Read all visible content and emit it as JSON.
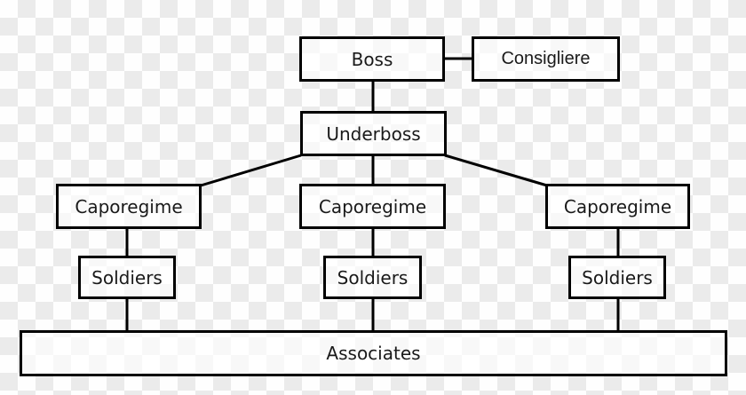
{
  "diagram": {
    "description": "Organizational chart of a crime family hierarchy on a transparency checkerboard background",
    "nodes": {
      "boss": {
        "label": "Boss"
      },
      "consigliere": {
        "label": "Consigliere"
      },
      "underboss": {
        "label": "Underboss"
      },
      "caporegime_left": {
        "label": "Caporegime"
      },
      "caporegime_middle": {
        "label": "Caporegime"
      },
      "caporegime_right": {
        "label": "Caporegime"
      },
      "soldiers_left": {
        "label": "Soldiers"
      },
      "soldiers_middle": {
        "label": "Soldiers"
      },
      "soldiers_right": {
        "label": "Soldiers"
      },
      "associates": {
        "label": "Associates"
      }
    },
    "edges": [
      {
        "from": "boss",
        "to": "consigliere"
      },
      {
        "from": "boss",
        "to": "underboss"
      },
      {
        "from": "underboss",
        "to": "caporegime_left"
      },
      {
        "from": "underboss",
        "to": "caporegime_middle"
      },
      {
        "from": "underboss",
        "to": "caporegime_right"
      },
      {
        "from": "caporegime_left",
        "to": "soldiers_left"
      },
      {
        "from": "caporegime_middle",
        "to": "soldiers_middle"
      },
      {
        "from": "caporegime_right",
        "to": "soldiers_right"
      },
      {
        "from": "soldiers_left",
        "to": "associates"
      },
      {
        "from": "soldiers_middle",
        "to": "associates"
      },
      {
        "from": "soldiers_right",
        "to": "associates"
      }
    ],
    "colors": {
      "line": "#000000",
      "box_border": "#000000",
      "text": "#1a1a1a",
      "checker_white": "#fefefe",
      "checker_gray": "#ebebeb"
    }
  }
}
